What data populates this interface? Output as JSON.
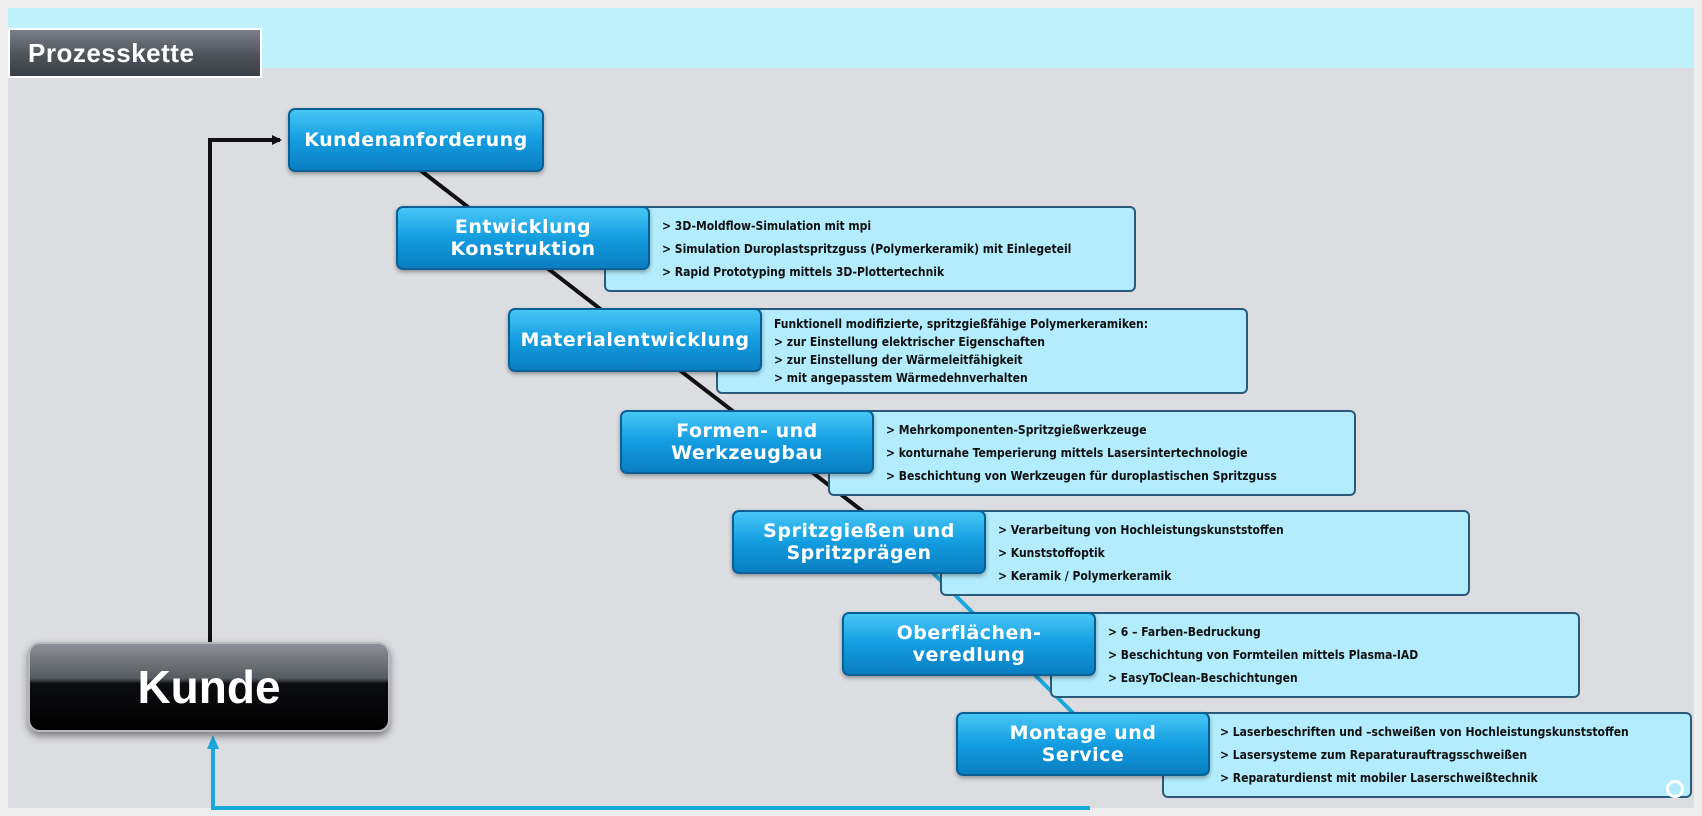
{
  "title": "Prozesskette",
  "customer": "Kunde",
  "steps": [
    {
      "line1": "Kundenanforderung",
      "line2": ""
    },
    {
      "line1": "Entwicklung",
      "line2": "Konstruktion"
    },
    {
      "line1": "Materialentwicklung",
      "line2": ""
    },
    {
      "line1": "Formen- und",
      "line2": "Werkzeugbau"
    },
    {
      "line1": "Spritzgießen und",
      "line2": "Spritzprägen"
    },
    {
      "line1": "Oberflächen-",
      "line2": "veredlung"
    },
    {
      "line1": "Montage und",
      "line2": "Service"
    }
  ],
  "details": [
    [],
    [
      "> 3D-Moldflow-Simulation mit mpi",
      "> Simulation Duroplastspritzguss (Polymerkeramik) mit Einlegeteil",
      "> Rapid Prototyping mittels 3D-Plottertechnik"
    ],
    [
      "Funktionell modifizierte, spritzgießfähige Polymerkeramiken:",
      "> zur Einstellung elektrischer Eigenschaften",
      "> zur Einstellung der Wärmeleitfähigkeit",
      "> mit angepasstem Wärmedehnverhalten"
    ],
    [
      "> Mehrkomponenten-Spritzgießwerkzeuge",
      "> konturnahe Temperierung mittels Lasersintertechnologie",
      "> Beschichtung von Werkzeugen für duroplastischen Spritzguss"
    ],
    [
      "> Verarbeitung von Hochleistungskunststoffen",
      "> Kunststoffoptik",
      "> Keramik / Polymerkeramik"
    ],
    [
      "> 6 – Farben-Bedruckung",
      "> Beschichtung von Formteilen mittels Plasma-IAD",
      "> EasyToClean-Beschichtungen"
    ],
    [
      "> Laserbeschriften und –schweißen von Hochleistungskunststoffen",
      "> Lasersysteme zum Reparaturauftragsschweißen",
      "> Reparaturdienst mit mobiler Laserschweißtechnik"
    ]
  ],
  "colors": {
    "step_box": "#139de0",
    "info_box": "#b3ecfc",
    "flow_line_dark": "#111111",
    "flow_line_blue": "#1aa7dc",
    "title_band": "#bff1fb"
  }
}
